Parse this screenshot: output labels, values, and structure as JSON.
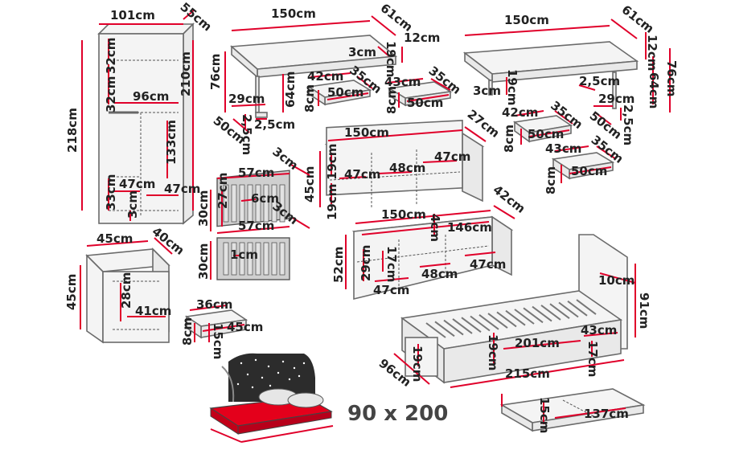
{
  "wardrobe": {
    "width": "101cm",
    "depth": "55cm",
    "height_total": "218cm",
    "height_inner": "210cm",
    "top_shelf": "32cm",
    "second_shelf": "32cm",
    "inner_width": "96cm",
    "hanging": "133cm",
    "lower_shelf": "33cm",
    "left_comp": "47cm",
    "right_comp": "47cm",
    "plinth": "3cm"
  },
  "desk1": {
    "width": "150cm",
    "depth": "61cm",
    "height": "76cm",
    "leg_h": "64cm",
    "top": "12cm",
    "drawer_gap": "3cm",
    "drawer_h": "19cm",
    "leg_w": "29cm",
    "leg_d": "50cm",
    "leg_t1": "2,5cm",
    "leg_t2": "2,5cm",
    "drawer1_w": "42cm",
    "drawer1_d": "35cm",
    "drawer1_inner": "50cm",
    "drawer1_h": "8cm",
    "drawer2_w": "43cm",
    "drawer2_d": "35cm",
    "drawer2_inner": "50cm",
    "drawer2_h": "8cm"
  },
  "desk2": {
    "width": "150cm",
    "depth": "61cm",
    "height": "76cm",
    "leg_h": "64cm",
    "top": "12cm",
    "drawer_gap": "3cm",
    "drawer_h": "19cm",
    "leg_t1": "2,5cm",
    "leg_w": "29cm",
    "leg_d": "50cm",
    "leg_t2": "2,5cm",
    "drawer1_w": "42cm",
    "drawer1_d": "35cm",
    "drawer1_inner": "50cm",
    "drawer1_h": "8cm",
    "drawer2_w": "43cm",
    "drawer2_d": "35cm",
    "drawer2_inner": "50cm",
    "drawer2_h": "8cm"
  },
  "wall_shelf": {
    "width": "150cm",
    "depth": "27cm",
    "height": "45cm",
    "top_h": "19cm",
    "bottom_h": "19cm",
    "comp1": "47cm",
    "comp2": "48cm",
    "comp3": "47cm"
  },
  "panel1": {
    "width": "57cm",
    "depth": "3cm",
    "height": "30cm",
    "slat_h": "27cm",
    "slat_w": "6cm"
  },
  "panel2": {
    "width": "57cm",
    "depth": "3cm",
    "height": "30cm",
    "slat_w": "1cm"
  },
  "tv_unit": {
    "width": "150cm",
    "depth": "42cm",
    "height": "52cm",
    "top_t": "4cm",
    "inner_w": "146cm",
    "inner_h": "29cm",
    "drawer_h": "17cm",
    "comp1": "47cm",
    "comp2": "48cm",
    "comp3": "47cm"
  },
  "nightstand": {
    "width": "45cm",
    "depth": "40cm",
    "height": "45cm",
    "inner_h": "28cm",
    "inner_w": "41cm",
    "drawer_w": "36cm",
    "drawer_d": "15cm",
    "drawer_inner": "45cm",
    "drawer_h": "8cm"
  },
  "bed": {
    "headboard_t": "10cm",
    "height": "91cm",
    "length": "201cm",
    "frame_h": "19cm",
    "side_h": "19cm",
    "side_w": "43cm",
    "low_h": "17cm",
    "total_len": "215cm",
    "width": "96cm",
    "drawer_h": "15cm",
    "drawer_w": "137cm"
  },
  "mattress_label": "90 x 200",
  "colors": {
    "dimension_line": "#e0002a",
    "furniture_outline": "#6b6b6b",
    "panel_fill": "#cfcfcf",
    "mattress": "#e4001b"
  }
}
